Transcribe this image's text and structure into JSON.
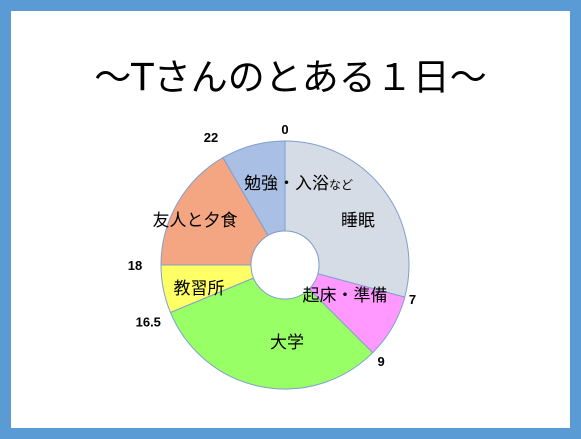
{
  "chart_data": {
    "type": "pie",
    "title": "〜Tさんのとある１日〜",
    "tick_labels": [
      "0",
      "7",
      "9",
      "16.5",
      "18",
      "22"
    ],
    "slices": [
      {
        "label": "睡眠",
        "start": 0,
        "end": 7,
        "value": 7,
        "color": "#d6dce5"
      },
      {
        "label": "起床・準備",
        "start": 7,
        "end": 9,
        "value": 2,
        "color": "#ff99ff"
      },
      {
        "label": "大学",
        "start": 9,
        "end": 16.5,
        "value": 7.5,
        "color": "#99ff66"
      },
      {
        "label": "教習所",
        "start": 16.5,
        "end": 18,
        "value": 1.5,
        "color": "#ffff66"
      },
      {
        "label": "友人と夕食",
        "start": 18,
        "end": 22,
        "value": 4,
        "color": "#f4a582"
      },
      {
        "label": "勉強・入浴",
        "suffix": "など",
        "start": 22,
        "end": 24,
        "value": 2,
        "color": "#a9bfe3"
      }
    ]
  }
}
